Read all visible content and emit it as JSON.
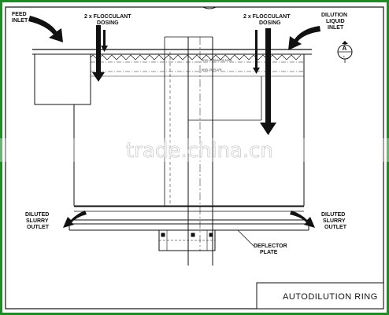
{
  "labels": {
    "feed_inlet": [
      "FEED",
      "INLET"
    ],
    "flocculant_left": [
      "2 x FLOCCULANT",
      "DOSING"
    ],
    "flocculant_right": [
      "2 x FLOCCULANT",
      "DOSING"
    ],
    "dilution_inlet": [
      "DILUTION",
      "LIQUID",
      "INLET"
    ],
    "section_marker": [
      "A",
      "-"
    ],
    "level_notes": [
      "NIVEL NORMAL DE AGUA",
      "NIVEL DE PULPA"
    ],
    "slurry_outlet_left": [
      "DILUTED",
      "SLURRY",
      "OUTLET"
    ],
    "slurry_outlet_right": [
      "DILUTED",
      "SLURRY",
      "OUTLET"
    ],
    "deflector_plate": [
      "DEFLECTOR",
      "PLATE"
    ]
  },
  "title_block": {
    "title": "AUTODILUTION RING"
  },
  "watermark": "trade.china.cn",
  "colors": {
    "frame": "#1f8a26",
    "ink": "#111111",
    "background": "#ffffff"
  }
}
